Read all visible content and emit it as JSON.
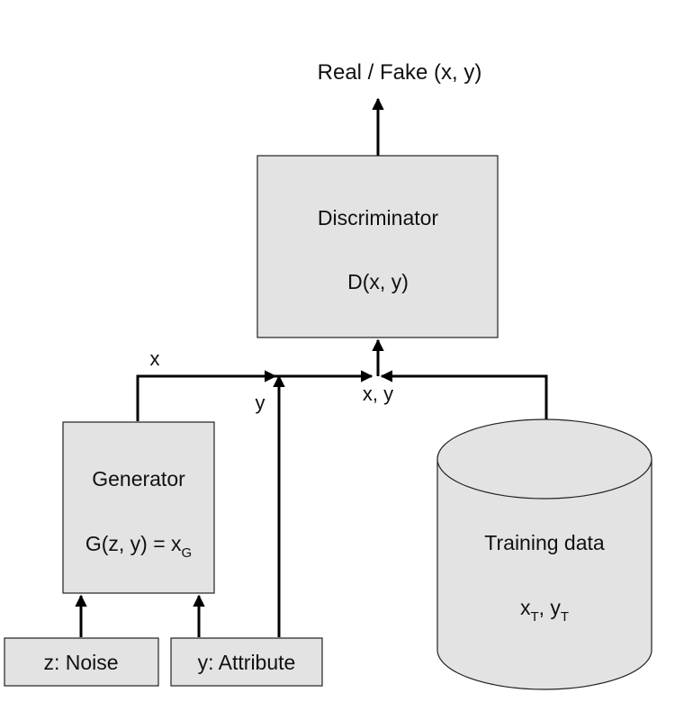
{
  "output": {
    "label": "Real / Fake (x, y)"
  },
  "discriminator": {
    "title": "Discriminator",
    "formula": "D(x, y)"
  },
  "generator": {
    "title": "Generator",
    "formula_main": "G(z, y) = x",
    "formula_sub": "G"
  },
  "training_data": {
    "title": "Training data",
    "x_main": "x",
    "x_sub": "T",
    "sep": ", ",
    "y_main": "y",
    "y_sub": "T"
  },
  "inputs": {
    "noise": "z: Noise",
    "attribute": "y: Attribute"
  },
  "edge_labels": {
    "x": "x",
    "y": "y",
    "xy": "x, y"
  },
  "colors": {
    "box_fill": "#e3e3e3",
    "stroke": "#000000"
  }
}
